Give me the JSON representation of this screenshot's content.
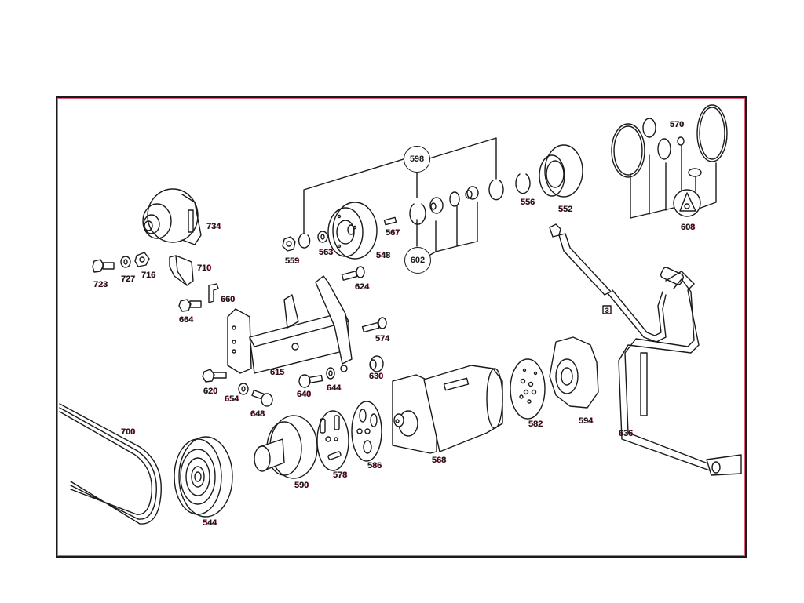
{
  "diagram": {
    "type": "exploded-parts-diagram",
    "frame_color": "#1a1a1a",
    "accent_color": "#d2385a"
  },
  "labels": {
    "p734": "734",
    "p723": "723",
    "p727": "727",
    "p716": "716",
    "p710": "710",
    "p660": "660",
    "p664": "664",
    "p559": "559",
    "p563": "563",
    "p548": "548",
    "p567": "567",
    "p556": "556",
    "p552": "552",
    "p570": "570",
    "p608": "608",
    "p624": "624",
    "p574": "574",
    "p615": "615",
    "p630": "630",
    "p620": "620",
    "p654": "654",
    "p648": "648",
    "p640": "640",
    "p644": "644",
    "p700": "700",
    "p544": "544",
    "p590": "590",
    "p578": "578",
    "p586": "586",
    "p568": "568",
    "p582": "582",
    "p594": "594",
    "p636": "636",
    "p3": "3"
  },
  "callouts": {
    "c598": "598",
    "c602": "602"
  }
}
